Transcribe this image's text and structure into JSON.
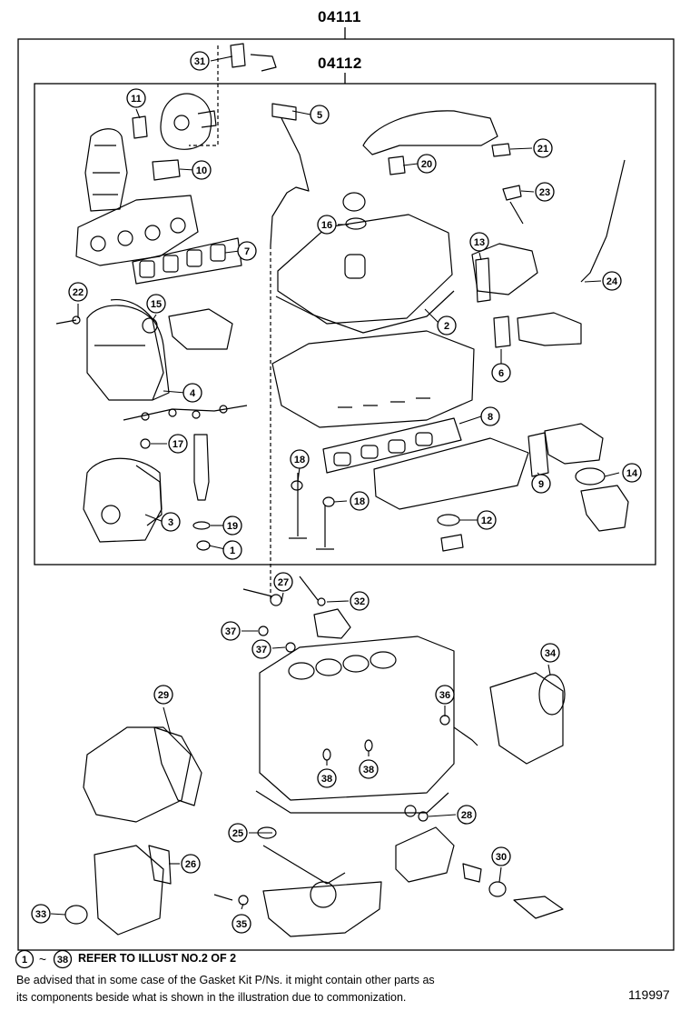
{
  "kits": {
    "outer_code": "04111",
    "inner_code": "04112"
  },
  "callouts": [
    "1",
    "2",
    "3",
    "4",
    "5",
    "6",
    "7",
    "8",
    "9",
    "10",
    "11",
    "12",
    "13",
    "14",
    "15",
    "16",
    "17",
    "18",
    "18",
    "19",
    "20",
    "21",
    "22",
    "23",
    "24",
    "25",
    "26",
    "27",
    "28",
    "29",
    "30",
    "31",
    "32",
    "33",
    "34",
    "35",
    "36",
    "37",
    "37",
    "38",
    "38"
  ],
  "footer": {
    "range_start": "1",
    "range_tilde": "~",
    "range_end": "38",
    "refer_text": "REFER TO ILLUST NO.2 OF 2",
    "advice_line1": "Be advised that in some case of the Gasket Kit P/Ns.  it might contain other parts as",
    "advice_line2": "its components beside what is shown in the illustration due to commonization.",
    "illustration_id": "119997"
  }
}
